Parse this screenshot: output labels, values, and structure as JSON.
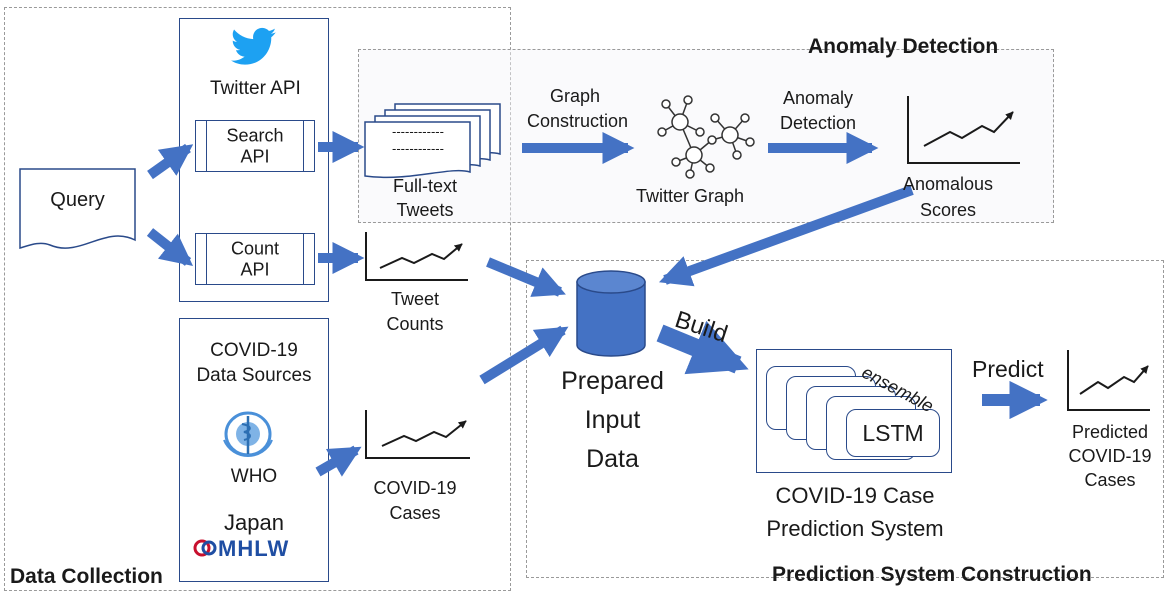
{
  "regions": {
    "data_collection": "Data Collection",
    "anomaly_detection": "Anomaly Detection",
    "prediction_system": "Prediction System Construction"
  },
  "query": "Query",
  "twitter": {
    "title": "Twitter API",
    "search_api_line1": "Search",
    "search_api_line2": "API",
    "count_api_line1": "Count",
    "count_api_line2": "API"
  },
  "covid_sources": {
    "title_line1": "COVID-19",
    "title_line2": "Data Sources",
    "who": "WHO",
    "japan": "Japan",
    "mhlw": "MHLW"
  },
  "full_text_tweets": {
    "line1": "Full-text",
    "line2": "Tweets",
    "dashes": "------------"
  },
  "tweet_counts": {
    "line1": "Tweet",
    "line2": "Counts"
  },
  "covid_cases": {
    "line1": "COVID-19",
    "line2": "Cases"
  },
  "graph_construction": {
    "line1": "Graph",
    "line2": "Construction"
  },
  "twitter_graph": "Twitter Graph",
  "anomaly_detection_step": {
    "line1": "Anomaly",
    "line2": "Detection"
  },
  "anomalous_scores": {
    "line1": "Anomalous",
    "line2": "Scores"
  },
  "prepared_input": {
    "line1": "Prepared",
    "line2": "Input",
    "line3": "Data"
  },
  "build": "Build",
  "ensemble": "ensemble",
  "lstm": "LSTM",
  "prediction_system_label": {
    "line1": "COVID-19 Case",
    "line2": "Prediction System"
  },
  "predict": "Predict",
  "predicted_cases": {
    "line1": "Predicted",
    "line2": "COVID-19",
    "line3": "Cases"
  },
  "colors": {
    "arrow": "#4472c4",
    "border": "#2a4a8a",
    "twitter": "#1da1f2",
    "who": "#4a90d9",
    "mhlw": "#c8102e"
  }
}
